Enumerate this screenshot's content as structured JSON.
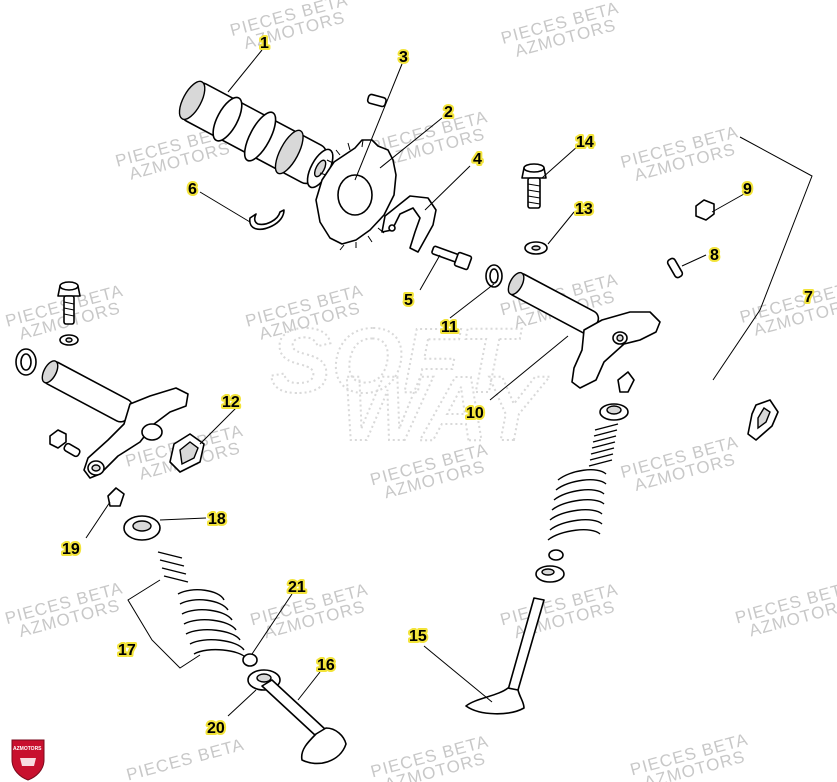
{
  "watermark": {
    "line1": "PIECES BETA",
    "line2": "AZMOTORS",
    "center_line1": "SOFT",
    "center_line2": "WAY"
  },
  "logo": {
    "text": "AZMOTORS",
    "color": "#c8102e"
  },
  "colors": {
    "label_highlight": "#f3e43a",
    "line": "#000000"
  },
  "callouts": [
    {
      "id": "1",
      "label": "1"
    },
    {
      "id": "2",
      "label": "2"
    },
    {
      "id": "3",
      "label": "3"
    },
    {
      "id": "4",
      "label": "4"
    },
    {
      "id": "5",
      "label": "5"
    },
    {
      "id": "6",
      "label": "6"
    },
    {
      "id": "7",
      "label": "7"
    },
    {
      "id": "8",
      "label": "8"
    },
    {
      "id": "9",
      "label": "9"
    },
    {
      "id": "10",
      "label": "10"
    },
    {
      "id": "11",
      "label": "11"
    },
    {
      "id": "12",
      "label": "12"
    },
    {
      "id": "13",
      "label": "13"
    },
    {
      "id": "14",
      "label": "14"
    },
    {
      "id": "15",
      "label": "15"
    },
    {
      "id": "16",
      "label": "16"
    },
    {
      "id": "17",
      "label": "17"
    },
    {
      "id": "18",
      "label": "18"
    },
    {
      "id": "19",
      "label": "19"
    },
    {
      "id": "20",
      "label": "20"
    },
    {
      "id": "21",
      "label": "21"
    }
  ]
}
